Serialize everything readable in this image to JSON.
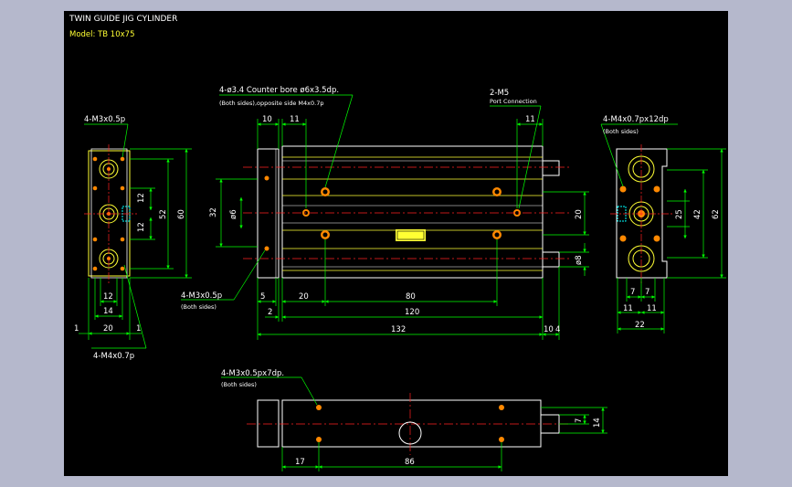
{
  "title": "TWIN GUIDE JIG CYLINDER",
  "model": "Model:  TB 10x75",
  "left_view": {
    "top_label": "4-M3x0.5p",
    "bottom_label": "4-M4x0.7p",
    "dims": {
      "d12v": "12",
      "d12v2": "12",
      "d52": "52",
      "d60": "60",
      "d12h": "12",
      "d14": "14",
      "d20": "20",
      "d1a": "1",
      "d1b": "1"
    }
  },
  "front_view": {
    "note1": "4-ø3.4  Counter bore ø6x3.5dp.",
    "note1_sub": "(Both sides),opposite side M4x0.7p",
    "note2": "2-M5",
    "note2_sub": "Port Connection",
    "note3": "4-M3x0.5p",
    "note3_sub": "(Both sides)",
    "dims": {
      "d10": "10",
      "d11a": "11",
      "d11b": "11",
      "d32": "32",
      "d6": "ø6",
      "d20r": "20",
      "d8": "ø8",
      "d5": "5",
      "d20": "20",
      "d80": "80",
      "d2": "2",
      "d120": "120",
      "d132": "132",
      "d10r": "10",
      "d4": "4"
    }
  },
  "right_view": {
    "label": "4-M4x0.7px12dp",
    "label_sub": "(Both sides)",
    "dims": {
      "d25": "25",
      "d42": "42",
      "d62": "62",
      "d7a": "7",
      "d7b": "7",
      "d11a": "11",
      "d11b": "11",
      "d22": "22"
    }
  },
  "bottom_view": {
    "label": "4-M3x0.5px7dp.",
    "label_sub": "(Both sides)",
    "dims": {
      "d7": "7",
      "d14": "14",
      "d17": "17",
      "d86": "86"
    }
  },
  "colors": {
    "outline": "#ffffff",
    "yellow": "#ffff33",
    "dim": "#00ff00",
    "center": "#ff2020",
    "hole": "#ff8800",
    "cyan": "#00ffff"
  }
}
